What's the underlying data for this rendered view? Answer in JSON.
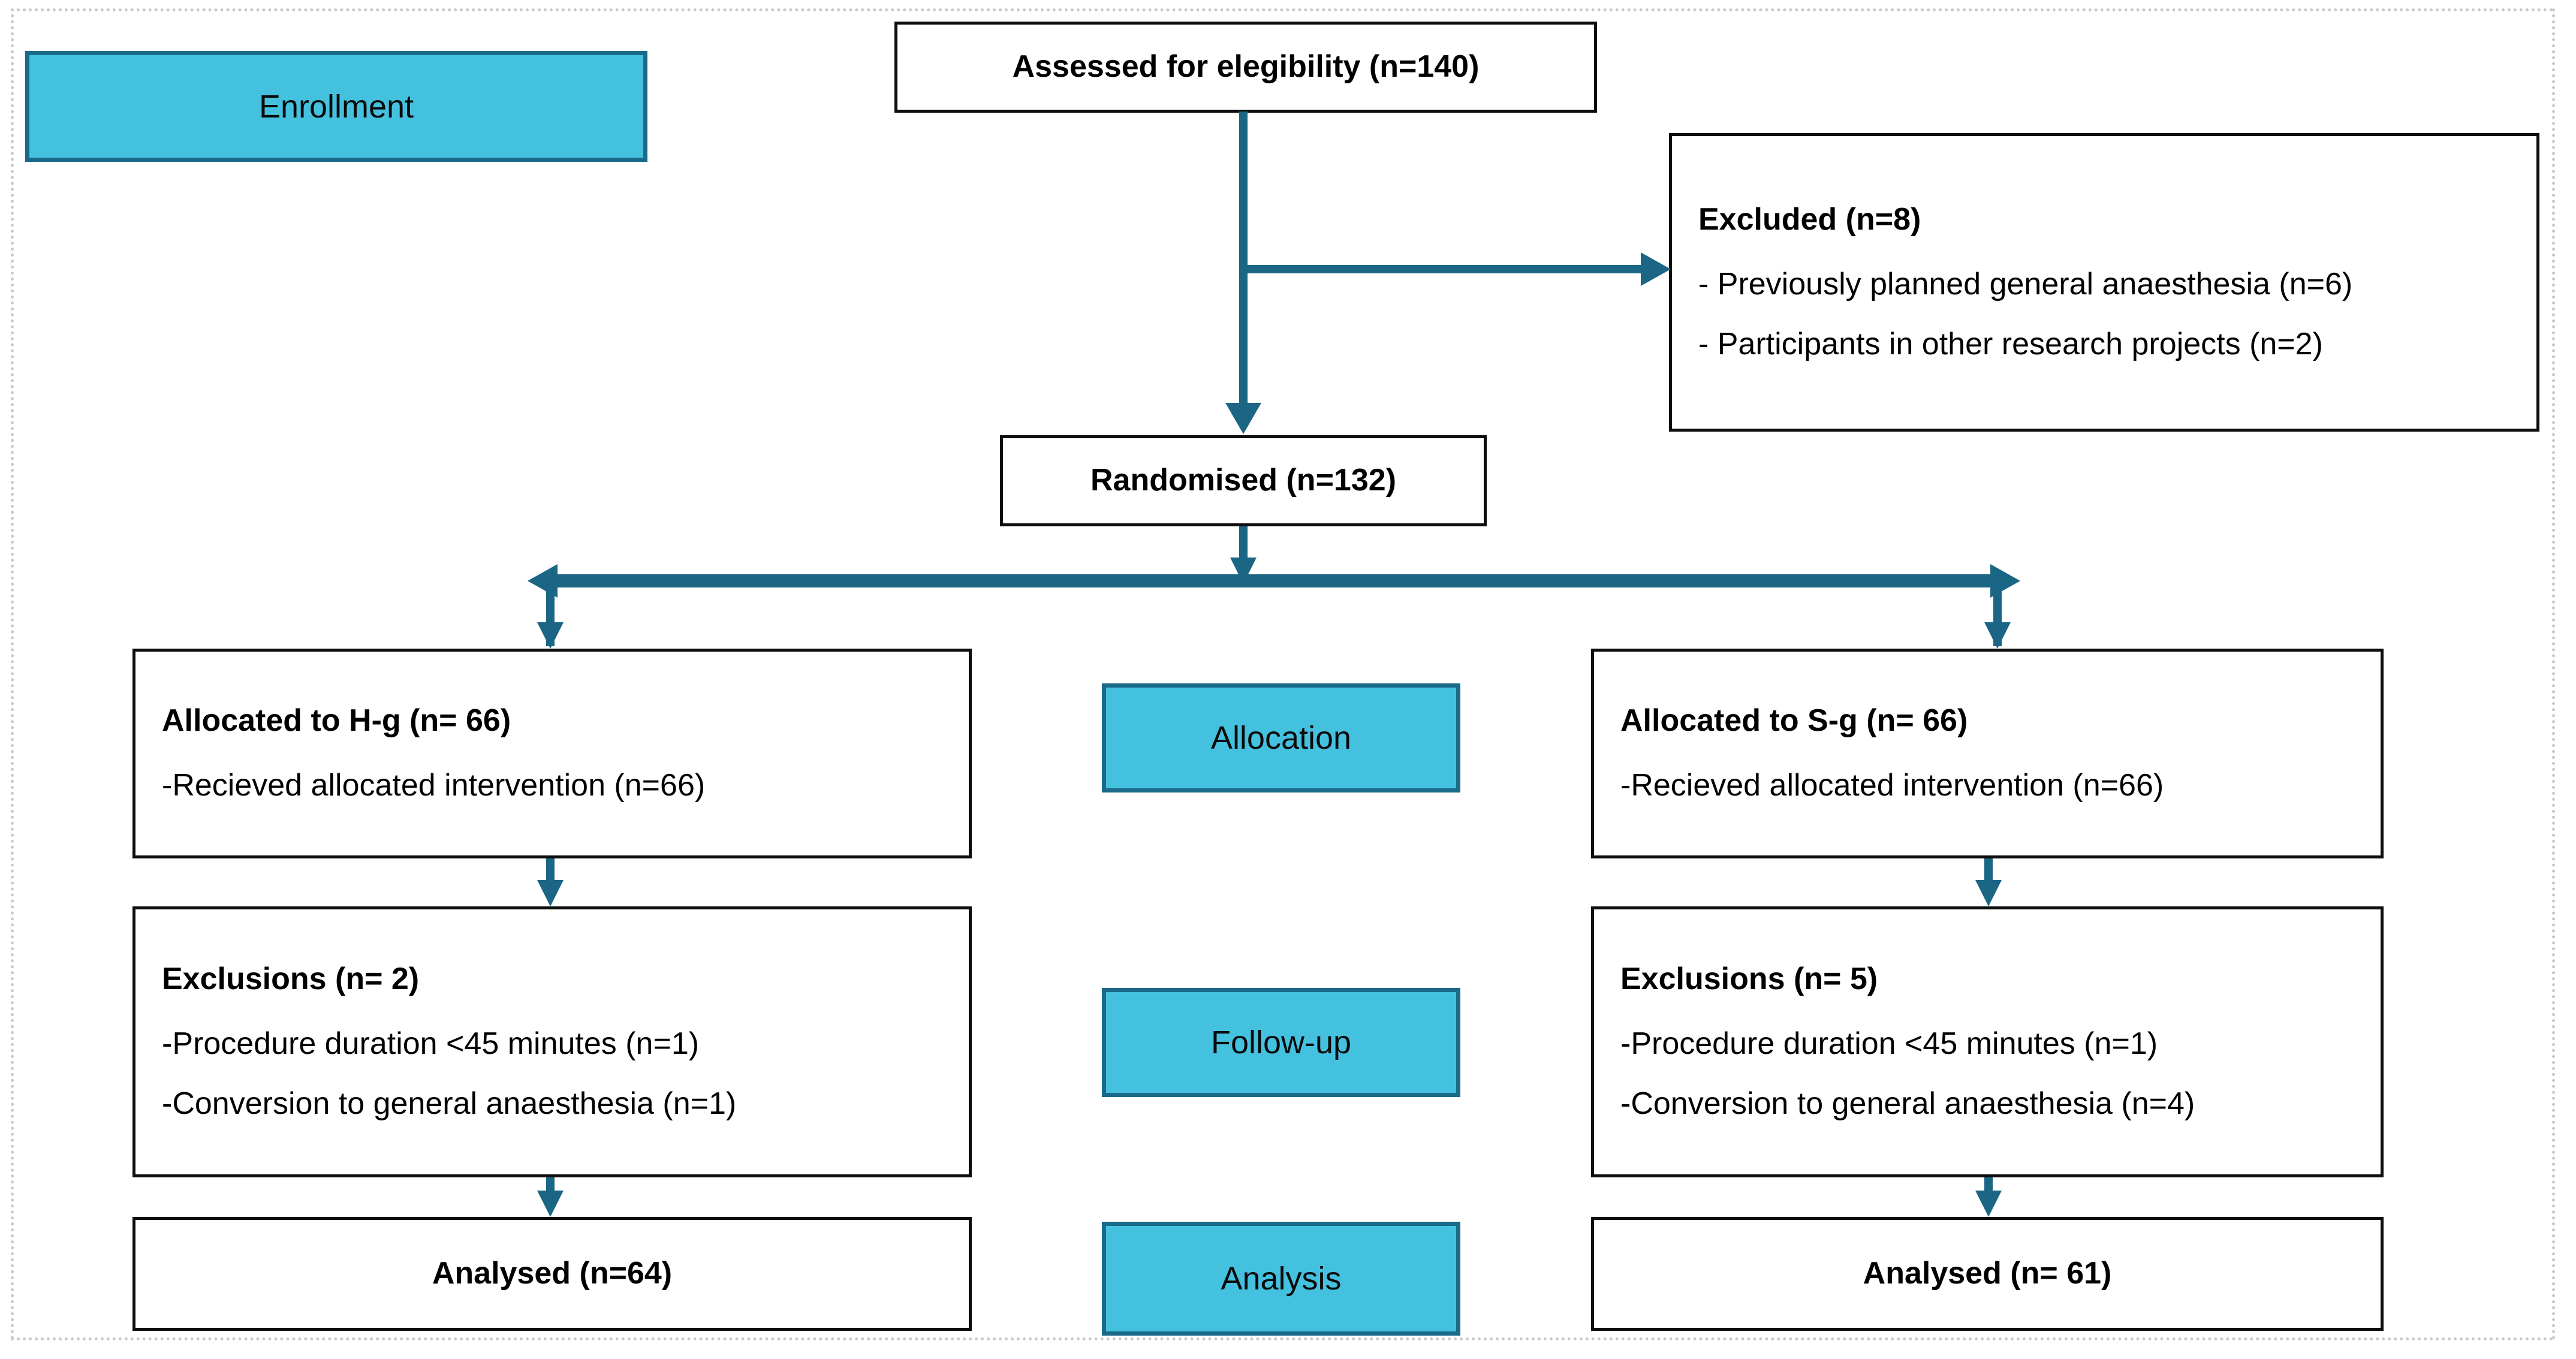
{
  "diagram": {
    "title": "CONSORT participant flow diagram",
    "accent_blue": "#45c1e0",
    "accent_border": "#1a6a8a",
    "connector_color": "#1b6585",
    "box_border": "#0d0d0d",
    "frame_color": "#c9c9c9"
  },
  "stages": {
    "enrollment": "Enrollment",
    "allocation": "Allocation",
    "followup": "Follow-up",
    "analysis": "Analysis"
  },
  "nodes": {
    "assessed": {
      "text": "Assessed for elegibility (n=140)"
    },
    "excluded": {
      "heading": "Excluded (n=8)",
      "reasons": [
        "- Previously planned general anaesthesia (n=6)",
        "- Participants in other research projects (n=2)"
      ]
    },
    "randomised": {
      "text": "Randomised (n=132)"
    },
    "allocated_left": {
      "heading": "Allocated to H-g (n= 66)",
      "detail": "-Recieved allocated intervention (n=66)"
    },
    "allocated_right": {
      "heading": "Allocated to S-g (n= 66)",
      "detail": "-Recieved allocated intervention (n=66)"
    },
    "exclusions_left": {
      "heading": "Exclusions (n= 2)",
      "reasons": [
        "-Procedure duration <45 minutes (n=1)",
        "-Conversion to general anaesthesia (n=1)"
      ]
    },
    "exclusions_right": {
      "heading": "Exclusions (n= 5)",
      "reasons": [
        "-Procedure duration <45 minutes (n=1)",
        "-Conversion to general anaesthesia (n=4)"
      ]
    },
    "analysed_left": {
      "text": "Analysed (n=64)"
    },
    "analysed_right": {
      "text": "Analysed (n= 61)"
    }
  },
  "flow_data": {
    "assessed_for_eligibility": 140,
    "excluded_total": 8,
    "excluded_breakdown": [
      {
        "reason": "Previously planned general anaesthesia",
        "n": 6
      },
      {
        "reason": "Participants in other research projects",
        "n": 2
      }
    ],
    "randomised": 132,
    "arms": [
      {
        "name": "H-g",
        "allocated": 66,
        "received_intervention": 66,
        "exclusions_total": 2,
        "exclusions_breakdown": [
          {
            "reason": "Procedure duration <45 minutes",
            "n": 1
          },
          {
            "reason": "Conversion to general anaesthesia",
            "n": 1
          }
        ],
        "analysed": 64
      },
      {
        "name": "S-g",
        "allocated": 66,
        "received_intervention": 66,
        "exclusions_total": 5,
        "exclusions_breakdown": [
          {
            "reason": "Procedure duration <45 minutes",
            "n": 1
          },
          {
            "reason": "Conversion to general anaesthesia",
            "n": 4
          }
        ],
        "analysed": 61
      }
    ]
  }
}
